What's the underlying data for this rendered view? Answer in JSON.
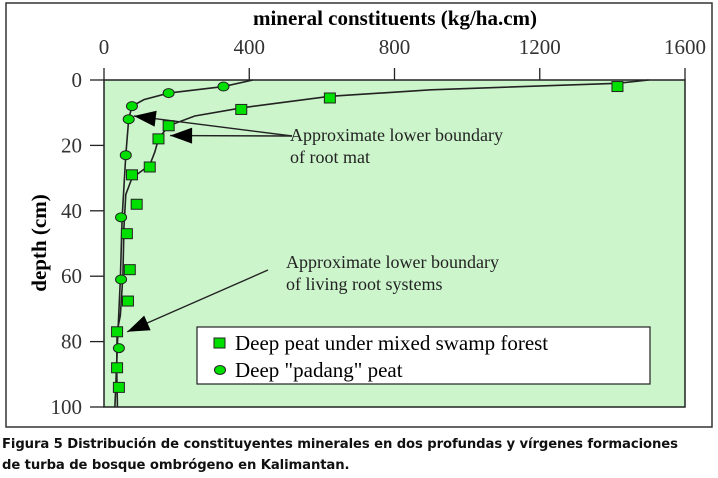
{
  "chart_data": {
    "type": "line",
    "title": "mineral constituents (kg/ha.cm)",
    "xlabel": "mineral constituents (kg/ha.cm)",
    "ylabel": "depth (cm)",
    "xlim": [
      0,
      1600
    ],
    "ylim": [
      0,
      100
    ],
    "y_inverted": true,
    "x_axis_position": "top",
    "x_ticks": [
      "0",
      "400",
      "800",
      "1200",
      "1600"
    ],
    "y_ticks": [
      "0",
      "20",
      "40",
      "60",
      "80",
      "100"
    ],
    "grid": false,
    "plot_background": "#ccf5cc",
    "marker_color": "#00e000",
    "legend_position": "bottom-right",
    "series": [
      {
        "name": "Deep peat under mixed swamp forest",
        "marker": "square",
        "points": [
          [
            1414,
            2
          ],
          [
            622,
            5.5
          ],
          [
            378,
            9
          ],
          [
            178,
            14
          ],
          [
            150,
            18
          ],
          [
            126,
            26.6
          ],
          [
            77,
            29
          ],
          [
            90,
            38
          ],
          [
            63,
            47
          ],
          [
            71,
            58
          ],
          [
            66,
            67.6
          ],
          [
            36,
            77
          ],
          [
            36,
            88
          ],
          [
            41,
            94
          ]
        ],
        "line": [
          [
            1500,
            0
          ],
          [
            1414,
            1
          ],
          [
            900,
            3
          ],
          [
            622,
            5
          ],
          [
            380,
            8.5
          ],
          [
            250,
            11
          ],
          [
            178,
            14
          ],
          [
            150,
            18
          ],
          [
            140,
            22
          ],
          [
            126,
            26
          ],
          [
            77,
            30
          ],
          [
            60,
            35
          ],
          [
            55,
            45
          ],
          [
            52,
            60
          ],
          [
            45,
            72
          ],
          [
            36,
            77
          ],
          [
            35,
            88
          ],
          [
            37,
            100
          ]
        ]
      },
      {
        "name": "Deep \"padang\"  peat",
        "marker": "circle",
        "points": [
          [
            329,
            2
          ],
          [
            178,
            4
          ],
          [
            77,
            8
          ],
          [
            68,
            12
          ],
          [
            60,
            23
          ],
          [
            47,
            42
          ],
          [
            47,
            61
          ],
          [
            41,
            82
          ]
        ],
        "line": [
          [
            410,
            0
          ],
          [
            329,
            2
          ],
          [
            178,
            4
          ],
          [
            110,
            6
          ],
          [
            77,
            8
          ],
          [
            68,
            12
          ],
          [
            60,
            23
          ],
          [
            50,
            42
          ],
          [
            45,
            61
          ],
          [
            38,
            78
          ],
          [
            30,
            100
          ]
        ]
      }
    ],
    "annotations": [
      {
        "lines": [
          "Approximate lower boundary",
          "of root mat"
        ],
        "arrows_to": [
          [
            60,
            11
          ],
          [
            160,
            17
          ]
        ]
      },
      {
        "lines": [
          "Approximate lower boundary",
          "of living root systems"
        ],
        "arrows_to": [
          [
            42,
            77
          ]
        ]
      }
    ]
  },
  "caption": {
    "line1": "Figura 5 Distribución de constituyentes minerales en dos profundas y vírgenes formaciones",
    "line2": "de turba de bosque ombrógeno en Kalimantan."
  }
}
